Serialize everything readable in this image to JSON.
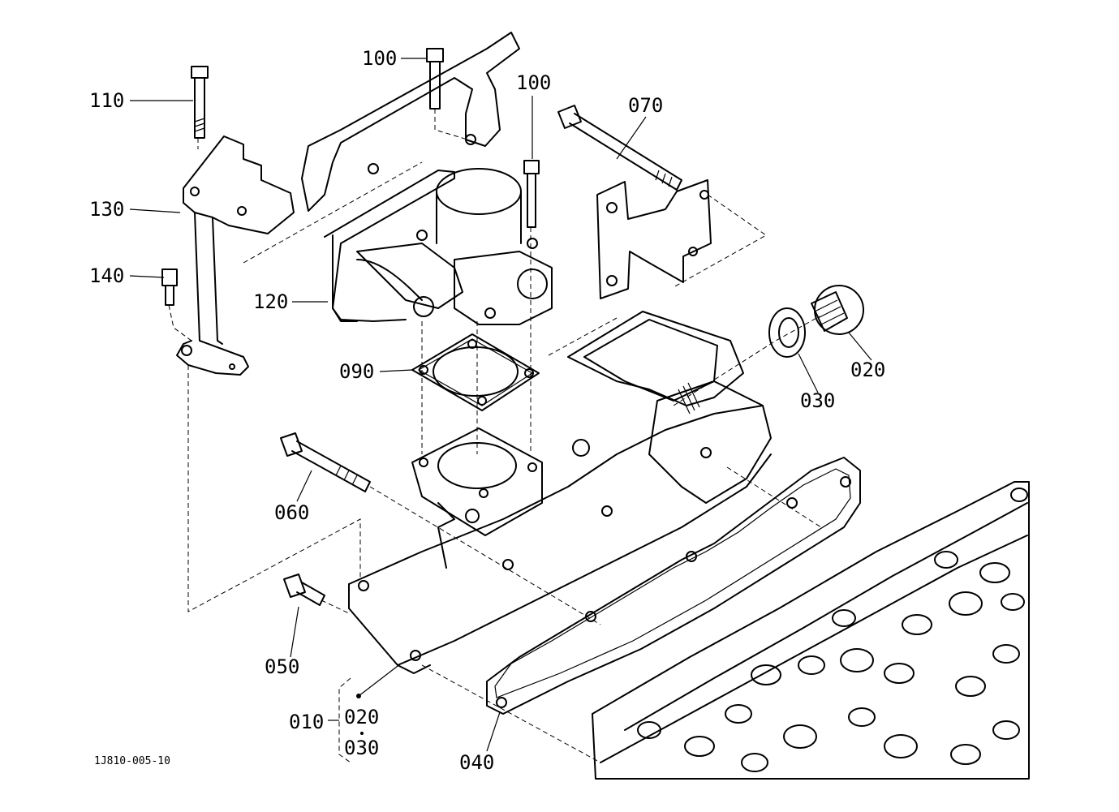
{
  "diagram": {
    "drawing_code": "1J810-005-10",
    "callouts": {
      "c010": "010",
      "c020_top": "020",
      "c020_set": "020",
      "c030_top": "030",
      "c030_set": "030",
      "c040": "040",
      "c050": "050",
      "c060": "060",
      "c070": "070",
      "c090": "090",
      "c100_left": "100",
      "c100_right": "100",
      "c110": "110",
      "c120": "120",
      "c130": "130",
      "c140": "140"
    }
  }
}
